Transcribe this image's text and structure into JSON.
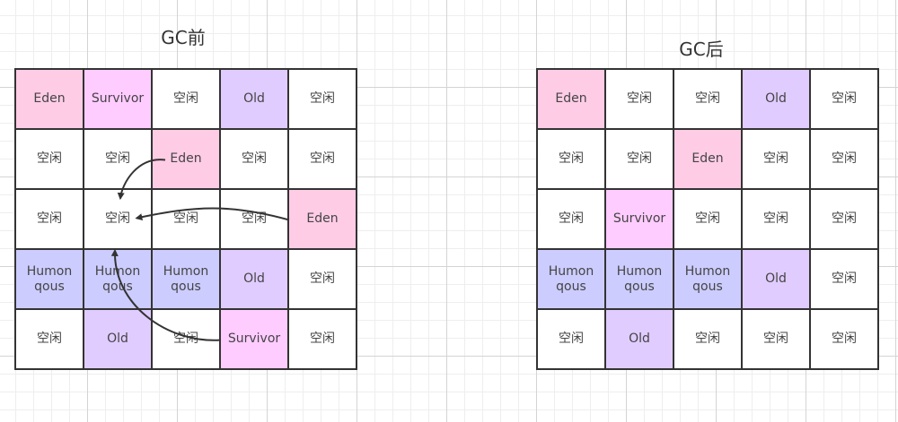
{
  "colors": {
    "Eden": "#ffcce6",
    "Survivor": "#ffccff",
    "Old": "#e0ccff",
    "Humon\nqous": "#ccccff",
    "空闲": "#ffffff"
  },
  "before": {
    "title": "GC前",
    "rows": [
      [
        "Eden",
        "Survivor",
        "空闲",
        "Old",
        "空闲"
      ],
      [
        "空闲",
        "空闲",
        "Eden",
        "空闲",
        "空闲"
      ],
      [
        "空闲",
        "空闲",
        "空闲",
        "空闲",
        "Eden"
      ],
      [
        "Humon\nqous",
        "Humon\nqous",
        "Humon\nqous",
        "Old",
        "空闲"
      ],
      [
        "空闲",
        "Old",
        "空闲",
        "Survivor",
        "空闲"
      ]
    ],
    "moves": [
      {
        "from_row": 1,
        "from_col": 2,
        "to_row": 2,
        "to_col": 1
      },
      {
        "from_row": 2,
        "from_col": 4,
        "to_row": 2,
        "to_col": 1
      },
      {
        "from_row": 4,
        "from_col": 3,
        "to_row": 2,
        "to_col": 1
      }
    ]
  },
  "after": {
    "title": "GC后",
    "rows": [
      [
        "Eden",
        "空闲",
        "空闲",
        "Old",
        "空闲"
      ],
      [
        "空闲",
        "空闲",
        "Eden",
        "空闲",
        "空闲"
      ],
      [
        "空闲",
        "Survivor",
        "空闲",
        "空闲",
        "空闲"
      ],
      [
        "Humon\nqous",
        "Humon\nqous",
        "Humon\nqous",
        "Old",
        "空闲"
      ],
      [
        "空闲",
        "Old",
        "空闲",
        "空闲",
        "空闲"
      ]
    ]
  }
}
